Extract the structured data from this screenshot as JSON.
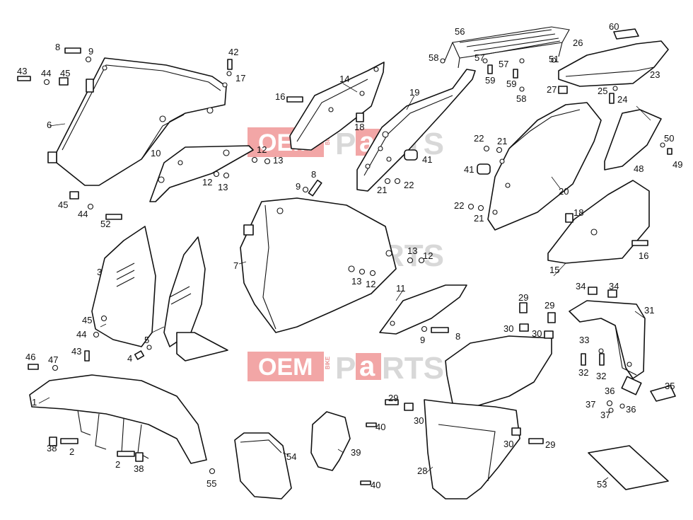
{
  "watermark": {
    "oem": "OEM",
    "bike": "BIKE",
    "p": "P",
    "a": "a",
    "rts": "RTS",
    "color": "#e05a5a"
  },
  "labels": [
    "1",
    "2",
    "2",
    "3",
    "4",
    "5",
    "6",
    "7",
    "8",
    "8",
    "8",
    "9",
    "9",
    "9",
    "10",
    "11",
    "12",
    "12",
    "12",
    "12",
    "13",
    "13",
    "13",
    "13",
    "14",
    "15",
    "16",
    "16",
    "17",
    "18",
    "18",
    "19",
    "20",
    "21",
    "21",
    "21",
    "22",
    "22",
    "22",
    "23",
    "24",
    "25",
    "26",
    "27",
    "28",
    "29",
    "29",
    "29",
    "29",
    "30",
    "30",
    "30",
    "30",
    "31",
    "32",
    "32",
    "33",
    "34",
    "34",
    "35",
    "36",
    "36",
    "37",
    "37",
    "38",
    "38",
    "39",
    "40",
    "40",
    "41",
    "41",
    "42",
    "43",
    "43",
    "44",
    "44",
    "44",
    "45",
    "45",
    "45",
    "46",
    "47",
    "48",
    "49",
    "50",
    "51",
    "52",
    "53",
    "54",
    "55",
    "56",
    "57",
    "57",
    "58",
    "58",
    "59",
    "59",
    "60"
  ]
}
